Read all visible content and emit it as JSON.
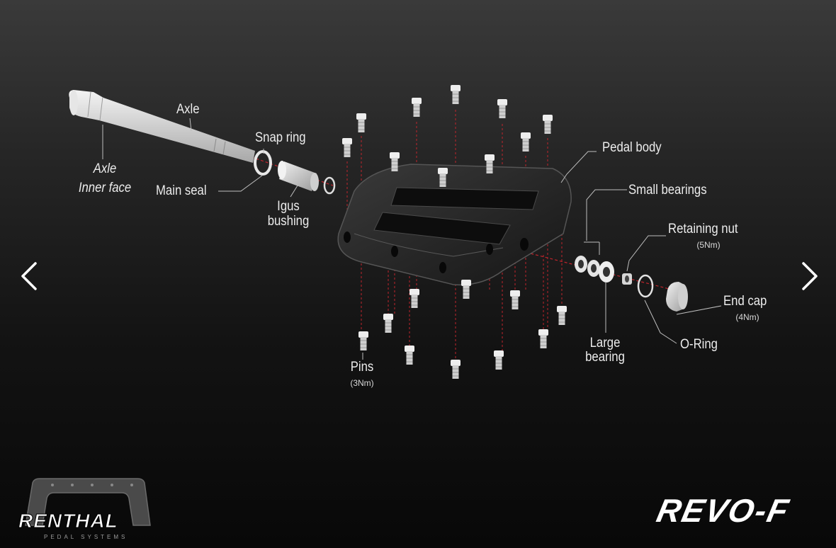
{
  "labels": {
    "axle": "Axle",
    "axle_inner_face_1": "Axle",
    "axle_inner_face_2": "Inner face",
    "snap_ring": "Snap ring",
    "main_seal": "Main seal",
    "igus_bushing_1": "Igus",
    "igus_bushing_2": "bushing",
    "pedal_body": "Pedal body",
    "small_bearings": "Small bearings",
    "retaining_nut": "Retaining nut",
    "retaining_nut_torque": "(5Nm)",
    "end_cap": "End cap",
    "end_cap_torque": "(4Nm)",
    "o_ring": "O-Ring",
    "large_bearing_1": "Large",
    "large_bearing_2": "bearing",
    "pins": "Pins",
    "pins_torque": "(3Nm)"
  },
  "brand": {
    "renthal": "RENTHAL",
    "renthal_tagline": "PEDAL SYSTEMS",
    "product": "REVO-F"
  },
  "colors": {
    "label_text": "#ececec",
    "leader_line": "#bdbdbd",
    "axis_line": "#c0242c",
    "part_light": "#d9d9d9",
    "pedal_body": "#2a2a2a"
  },
  "nav": {
    "prev_icon": "chevron-left-icon",
    "next_icon": "chevron-right-icon"
  }
}
